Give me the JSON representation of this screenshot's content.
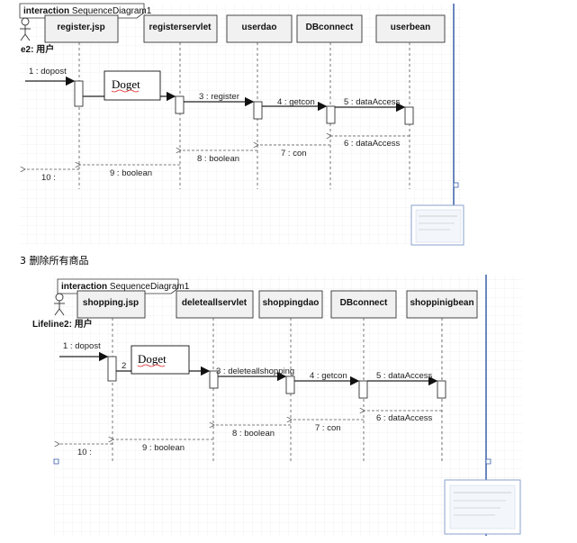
{
  "section_heading": "3 删除所有商品",
  "diagram1": {
    "frame_keyword": "interaction",
    "frame_name": "SequenceDiagram1",
    "actor_label": "e2: 用户",
    "lifelines": [
      "register.jsp",
      "registerservlet",
      "userdao",
      "DBconnect",
      "userbean"
    ],
    "note": "Doget",
    "messages": [
      {
        "label": "1 : dopost"
      },
      {
        "label": "3 : register"
      },
      {
        "label": "4 : getcon"
      },
      {
        "label": "5 : dataAccess"
      },
      {
        "label": "6 : dataAccess"
      },
      {
        "label": "7 : con"
      },
      {
        "label": "8 : boolean"
      },
      {
        "label": "9 : boolean"
      },
      {
        "label": "10 :"
      }
    ]
  },
  "diagram2": {
    "frame_keyword": "interaction",
    "frame_name": "SequenceDiagram1",
    "actor_label": "Lifeline2: 用户",
    "lifelines": [
      "shopping.jsp",
      "deleteallservlet",
      "shoppingdao",
      "DBconnect",
      "shoppinigbean"
    ],
    "note": "Doget",
    "messages": [
      {
        "label": "1 : dopost"
      },
      {
        "label": "2"
      },
      {
        "label": "3 : deleteallshopping"
      },
      {
        "label": "4 : getcon"
      },
      {
        "label": "5 : dataAccess"
      },
      {
        "label": "6 : dataAccess"
      },
      {
        "label": "7 : con"
      },
      {
        "label": "8 : boolean"
      },
      {
        "label": "9 : boolean"
      },
      {
        "label": "10 :"
      }
    ]
  }
}
